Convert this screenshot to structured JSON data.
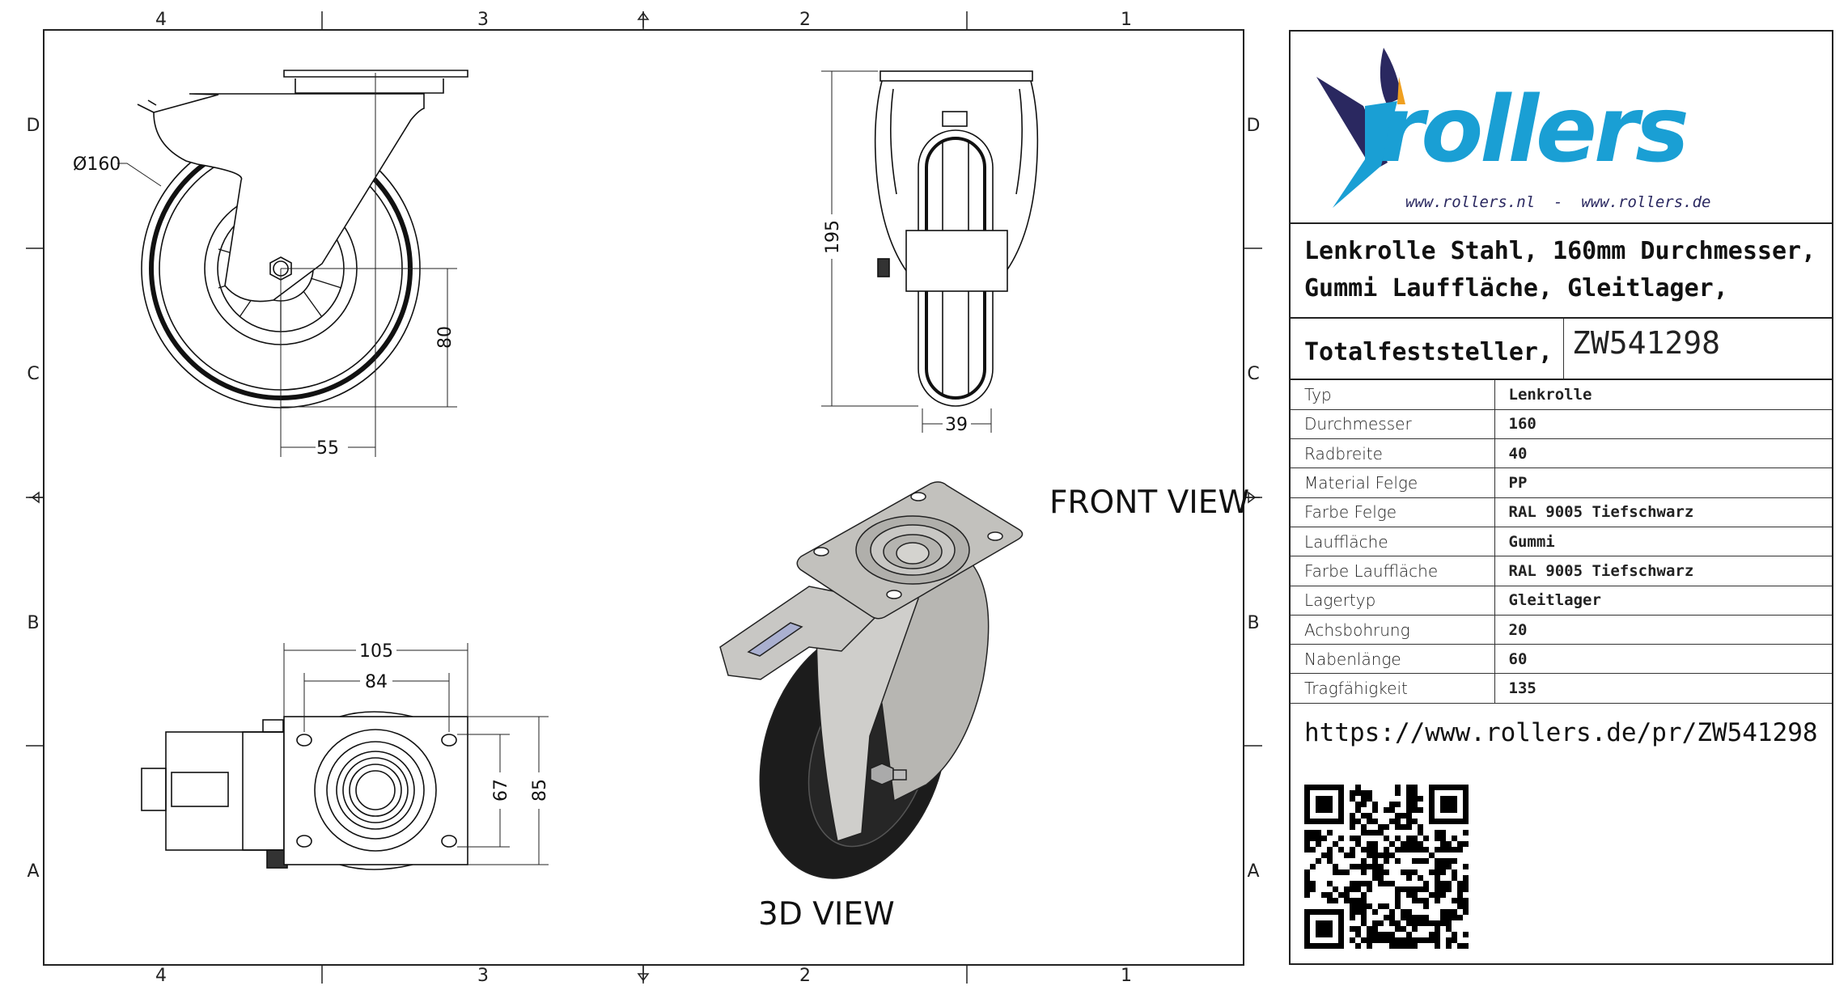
{
  "frame": {
    "columns": [
      "4",
      "3",
      "2",
      "1"
    ],
    "rows": [
      "D",
      "C",
      "B",
      "A"
    ]
  },
  "views": {
    "front_label": "FRONT VIEW",
    "iso_label": "3D VIEW"
  },
  "dimensions": {
    "diameter": "Ø160",
    "offset_height": "80",
    "offset_width": "55",
    "total_height": "195",
    "wheel_width": "39",
    "plate_length": "105",
    "hole_spacing_length": "84",
    "hole_spacing_width": "67",
    "plate_width": "85"
  },
  "logo": {
    "wordmark": "rollers",
    "tagline": "www.rollers.nl  -  www.rollers.de",
    "colors": {
      "blue": "#1a9fd4",
      "navy": "#2a2860",
      "orange": "#f0a020"
    }
  },
  "title": {
    "line1": "Lenkrolle Stahl, 160mm Durchmesser,",
    "line2": "Gummi Lauffläche, Gleitlager,",
    "line3": "Totalfeststeller,",
    "article_no": "ZW541298"
  },
  "specs": [
    {
      "label": "Typ",
      "value": "Lenkrolle"
    },
    {
      "label": "Durchmesser",
      "value": "160"
    },
    {
      "label": "Radbreite",
      "value": "40"
    },
    {
      "label": "Material Felge",
      "value": "PP"
    },
    {
      "label": "Farbe Felge",
      "value": "RAL 9005 Tiefschwarz"
    },
    {
      "label": "Lauffläche",
      "value": "Gummi"
    },
    {
      "label": "Farbe Lauffläche",
      "value": "RAL 9005 Tiefschwarz"
    },
    {
      "label": "Lagertyp",
      "value": "Gleitlager"
    },
    {
      "label": "Achsbohrung",
      "value": "20"
    },
    {
      "label": "Nabenlänge",
      "value": "60"
    },
    {
      "label": "Tragfähigkeit",
      "value": "135"
    }
  ],
  "url": "https://www.rollers.de/pr/ZW541298"
}
